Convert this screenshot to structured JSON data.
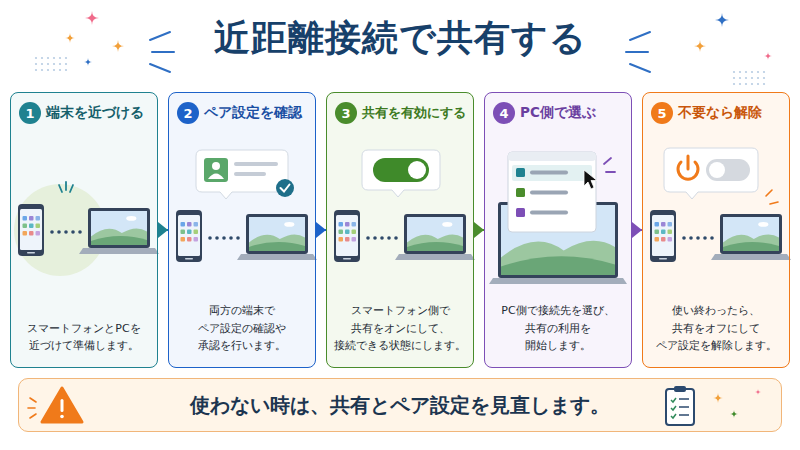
{
  "diagram": {
    "title": "近距離接続で共有する",
    "nodes": [
      {
        "text": [
          "1",
          "端末を近づける",
          "スマートフォンとPCを 近づけて準備します。"
        ]
      },
      {
        "text": [
          "2",
          "ペア設定を確認",
          "両方の端末で ペア設定の確認や 承認を行います。"
        ]
      },
      {
        "text": [
          "3",
          "共有を有効にする",
          "スマートフォン側で 共有をオンにして、 接続できる状態にします。"
        ]
      },
      {
        "text": [
          "4",
          "PC側で選ぶ",
          "PC側で接続先を選び、 共有の利用を 開始します。"
        ]
      },
      {
        "text": [
          "5",
          "不要なら解除",
          "使い終わったら、 共有をオフにして ペア設定を解除します。"
        ]
      },
      {
        "text": [
          "使わない時は、共有とペア設定を見直します。"
        ]
      }
    ],
    "edges": [
      {
        "from": 0,
        "to": 1,
        "arrow": "to"
      },
      {
        "from": 1,
        "to": 2,
        "arrow": "to"
      },
      {
        "from": 2,
        "to": 3,
        "arrow": "to"
      },
      {
        "from": 3,
        "to": 4,
        "arrow": "to"
      }
    ]
  }
}
